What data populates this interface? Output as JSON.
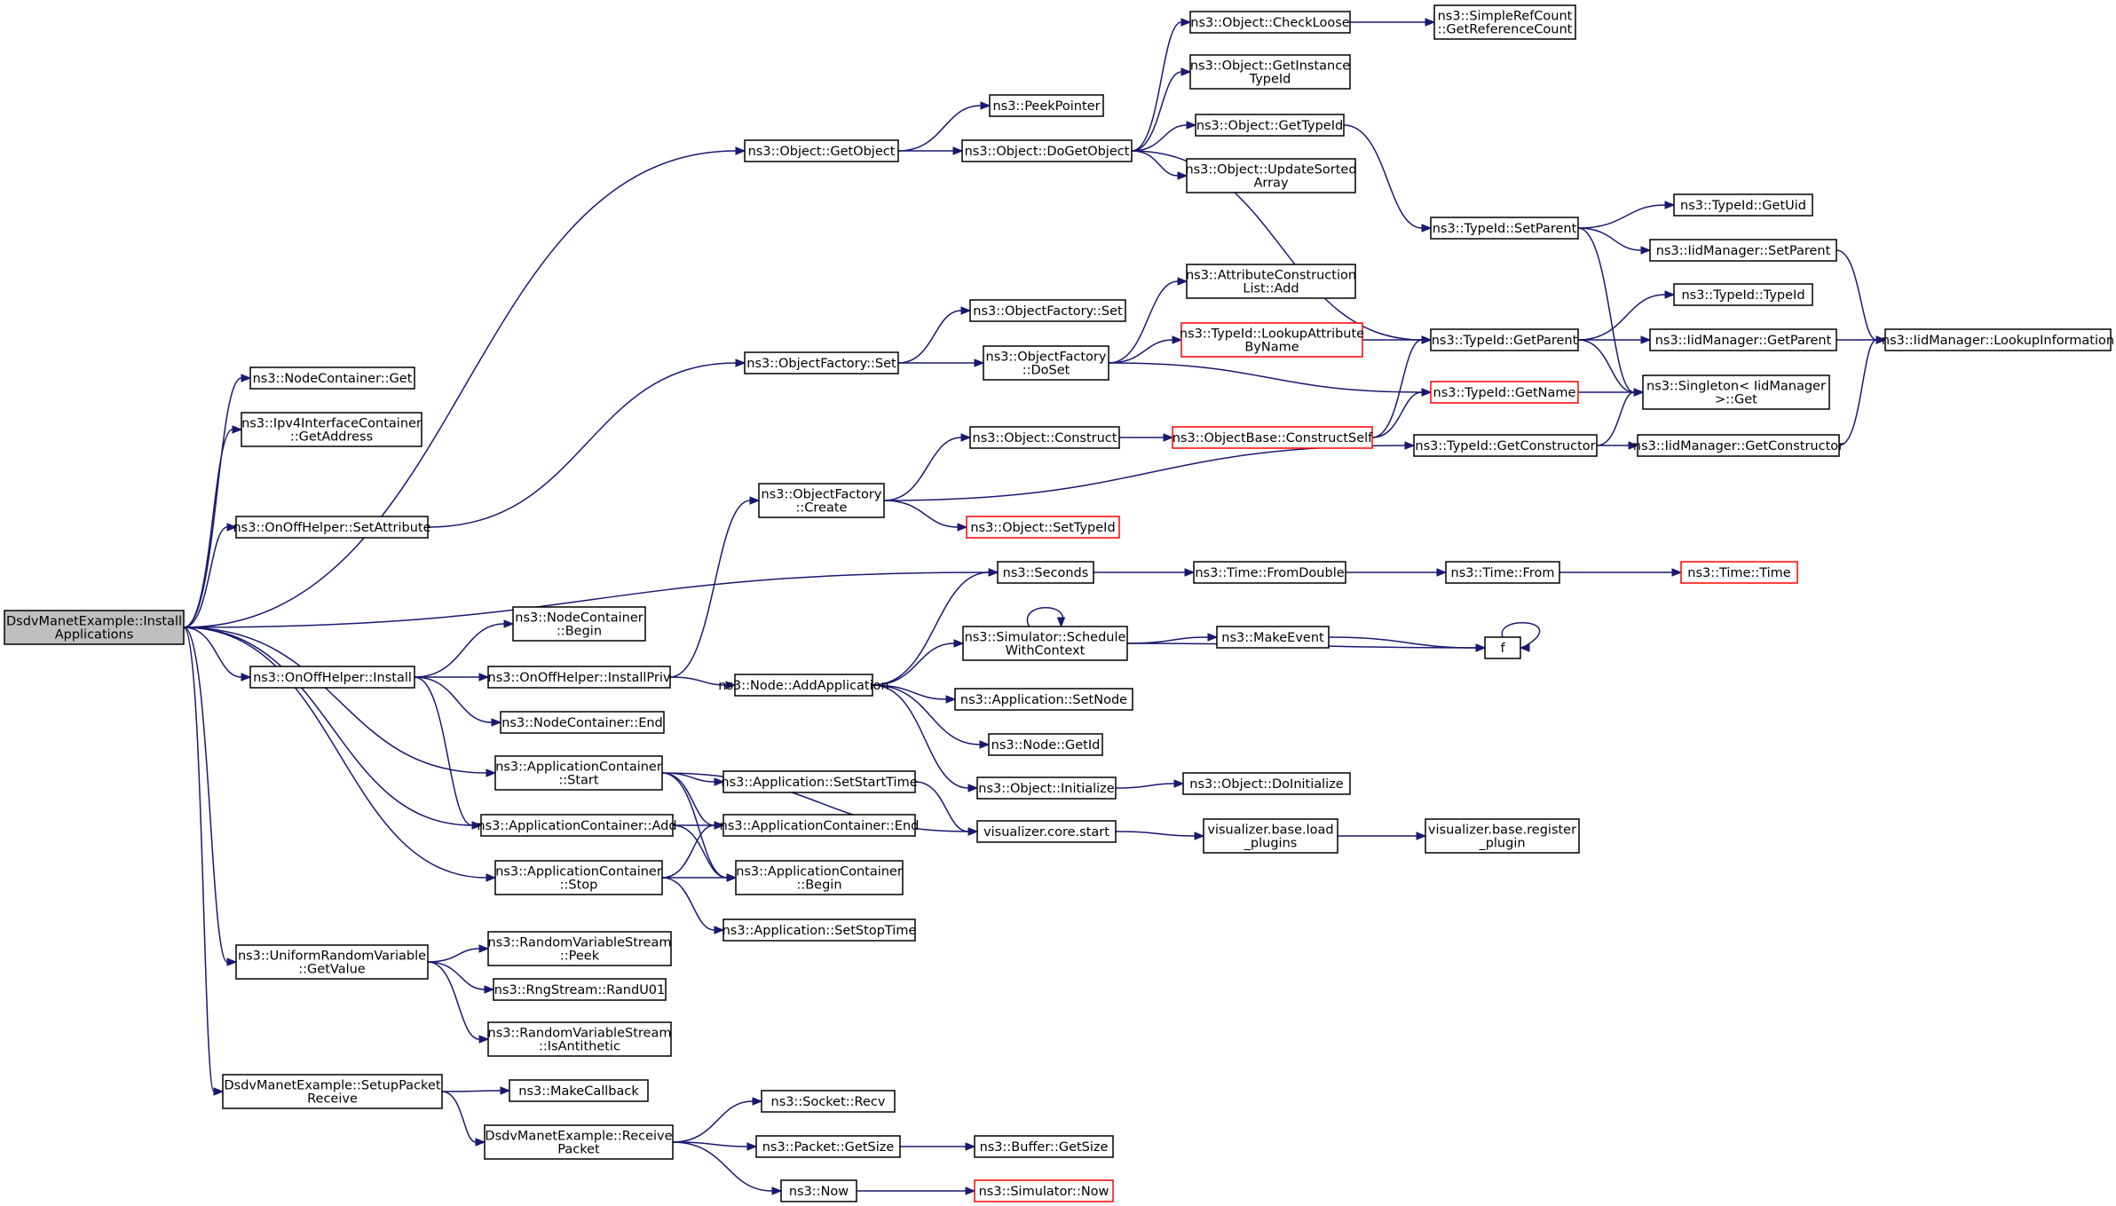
{
  "nodes": [
    {
      "id": "root",
      "lines": [
        "DsdvManetExample::Install",
        "Applications"
      ],
      "root": true
    },
    {
      "id": "nc_get",
      "lines": [
        "ns3::NodeContainer::Get"
      ]
    },
    {
      "id": "ipv4_getaddr",
      "lines": [
        "ns3::Ipv4InterfaceContainer",
        "::GetAddress"
      ]
    },
    {
      "id": "onoff_setattr",
      "lines": [
        "ns3::OnOffHelper::SetAttribute"
      ]
    },
    {
      "id": "onoff_install",
      "lines": [
        "ns3::OnOffHelper::Install"
      ]
    },
    {
      "id": "urv_getvalue",
      "lines": [
        "ns3::UniformRandomVariable",
        "::GetValue"
      ]
    },
    {
      "id": "setup_packet",
      "lines": [
        "DsdvManetExample::SetupPacket",
        "Receive"
      ]
    },
    {
      "id": "obj_getobject",
      "lines": [
        "ns3::Object::GetObject"
      ]
    },
    {
      "id": "peekpointer",
      "lines": [
        "ns3::PeekPointer"
      ]
    },
    {
      "id": "obj_dogetobject",
      "lines": [
        "ns3::Object::DoGetObject"
      ]
    },
    {
      "id": "obj_checkloose",
      "lines": [
        "ns3::Object::CheckLoose"
      ]
    },
    {
      "id": "simplerefcount",
      "lines": [
        "ns3::SimpleRefCount",
        "::GetReferenceCount"
      ]
    },
    {
      "id": "obj_getinstance",
      "lines": [
        "ns3::Object::GetInstance",
        "TypeId"
      ]
    },
    {
      "id": "obj_gettypeid",
      "lines": [
        "ns3::Object::GetTypeId"
      ]
    },
    {
      "id": "obj_updatesorted",
      "lines": [
        "ns3::Object::UpdateSorted",
        "Array"
      ]
    },
    {
      "id": "tid_setparent",
      "lines": [
        "ns3::TypeId::SetParent"
      ]
    },
    {
      "id": "tid_getuid",
      "lines": [
        "ns3::TypeId::GetUid"
      ]
    },
    {
      "id": "iid_setparent",
      "lines": [
        "ns3::IidManager::SetParent"
      ]
    },
    {
      "id": "of_set1",
      "lines": [
        "ns3::ObjectFactory::Set"
      ]
    },
    {
      "id": "of_set2",
      "lines": [
        "ns3::ObjectFactory::Set"
      ]
    },
    {
      "id": "of_doset",
      "lines": [
        "ns3::ObjectFactory",
        "::DoSet"
      ]
    },
    {
      "id": "attrcons_add",
      "lines": [
        "ns3::AttributeConstruction",
        "List::Add"
      ]
    },
    {
      "id": "tid_lookupattr",
      "lines": [
        "ns3::TypeId::LookupAttribute",
        "ByName"
      ],
      "red": true
    },
    {
      "id": "tid_typeid",
      "lines": [
        "ns3::TypeId::TypeId"
      ]
    },
    {
      "id": "tid_getparent",
      "lines": [
        "ns3::TypeId::GetParent"
      ]
    },
    {
      "id": "iid_getparent",
      "lines": [
        "ns3::IidManager::GetParent"
      ]
    },
    {
      "id": "iid_lookupinfo",
      "lines": [
        "ns3::IidManager::LookupInformation"
      ]
    },
    {
      "id": "tid_getname",
      "lines": [
        "ns3::TypeId::GetName"
      ],
      "red": true
    },
    {
      "id": "singleton_get",
      "lines": [
        "ns3::Singleton< IidManager",
        ">::Get"
      ]
    },
    {
      "id": "of_create",
      "lines": [
        "ns3::ObjectFactory",
        "::Create"
      ]
    },
    {
      "id": "obj_construct",
      "lines": [
        "ns3::Object::Construct"
      ]
    },
    {
      "id": "objbase_constructself",
      "lines": [
        "ns3::ObjectBase::ConstructSelf"
      ],
      "red": true
    },
    {
      "id": "tid_getconstructor",
      "lines": [
        "ns3::TypeId::GetConstructor"
      ]
    },
    {
      "id": "iid_getconstructor",
      "lines": [
        "ns3::IidManager::GetConstructor"
      ]
    },
    {
      "id": "obj_settypeid",
      "lines": [
        "ns3::Object::SetTypeId"
      ],
      "red": true
    },
    {
      "id": "seconds",
      "lines": [
        "ns3::Seconds"
      ]
    },
    {
      "id": "time_fromdouble",
      "lines": [
        "ns3::Time::FromDouble"
      ]
    },
    {
      "id": "time_from",
      "lines": [
        "ns3::Time::From"
      ]
    },
    {
      "id": "time_time",
      "lines": [
        "ns3::Time::Time"
      ],
      "red": true
    },
    {
      "id": "nc_begin",
      "lines": [
        "ns3::NodeContainer",
        "::Begin"
      ]
    },
    {
      "id": "onoff_installpriv",
      "lines": [
        "ns3::OnOffHelper::InstallPriv"
      ]
    },
    {
      "id": "nc_end",
      "lines": [
        "ns3::NodeContainer::End"
      ]
    },
    {
      "id": "node_addapp",
      "lines": [
        "ns3::Node::AddApplication"
      ]
    },
    {
      "id": "sim_schedule",
      "lines": [
        "ns3::Simulator::Schedule",
        "WithContext"
      ]
    },
    {
      "id": "makeevent",
      "lines": [
        "ns3::MakeEvent"
      ]
    },
    {
      "id": "f",
      "lines": [
        "f"
      ]
    },
    {
      "id": "app_setnode",
      "lines": [
        "ns3::Application::SetNode"
      ]
    },
    {
      "id": "node_getid",
      "lines": [
        "ns3::Node::GetId"
      ]
    },
    {
      "id": "obj_initialize",
      "lines": [
        "ns3::Object::Initialize"
      ]
    },
    {
      "id": "obj_doinitialize",
      "lines": [
        "ns3::Object::DoInitialize"
      ]
    },
    {
      "id": "ac_start",
      "lines": [
        "ns3::ApplicationContainer",
        "::Start"
      ]
    },
    {
      "id": "app_setstart",
      "lines": [
        "ns3::Application::SetStartTime"
      ]
    },
    {
      "id": "ac_add",
      "lines": [
        "ns3::ApplicationContainer::Add"
      ]
    },
    {
      "id": "ac_end",
      "lines": [
        "ns3::ApplicationContainer::End"
      ]
    },
    {
      "id": "viz_start",
      "lines": [
        "visualizer.core.start"
      ]
    },
    {
      "id": "viz_load",
      "lines": [
        "visualizer.base.load",
        "_plugins"
      ]
    },
    {
      "id": "viz_register",
      "lines": [
        "visualizer.base.register",
        "_plugin"
      ]
    },
    {
      "id": "ac_stop",
      "lines": [
        "ns3::ApplicationContainer",
        "::Stop"
      ]
    },
    {
      "id": "ac_begin",
      "lines": [
        "ns3::ApplicationContainer",
        "::Begin"
      ]
    },
    {
      "id": "app_setstop",
      "lines": [
        "ns3::Application::SetStopTime"
      ]
    },
    {
      "id": "rvs_peek",
      "lines": [
        "ns3::RandomVariableStream",
        "::Peek"
      ]
    },
    {
      "id": "rng_randu01",
      "lines": [
        "ns3::RngStream::RandU01"
      ]
    },
    {
      "id": "rvs_isanti",
      "lines": [
        "ns3::RandomVariableStream",
        "::IsAntithetic"
      ]
    },
    {
      "id": "makecallback",
      "lines": [
        "ns3::MakeCallback"
      ]
    },
    {
      "id": "receive_packet",
      "lines": [
        "DsdvManetExample::Receive",
        "Packet"
      ]
    },
    {
      "id": "socket_recv",
      "lines": [
        "ns3::Socket::Recv"
      ]
    },
    {
      "id": "packet_getsize",
      "lines": [
        "ns3::Packet::GetSize"
      ]
    },
    {
      "id": "buffer_getsize",
      "lines": [
        "ns3::Buffer::GetSize"
      ]
    },
    {
      "id": "now",
      "lines": [
        "ns3::Now"
      ]
    },
    {
      "id": "sim_now",
      "lines": [
        "ns3::Simulator::Now"
      ],
      "red": true
    }
  ],
  "edges": [
    [
      "root",
      "nc_get"
    ],
    [
      "root",
      "ipv4_getaddr"
    ],
    [
      "root",
      "obj_getobject"
    ],
    [
      "root",
      "onoff_setattr"
    ],
    [
      "root",
      "seconds"
    ],
    [
      "root",
      "onoff_install"
    ],
    [
      "root",
      "ac_start"
    ],
    [
      "root",
      "ac_add"
    ],
    [
      "root",
      "ac_stop"
    ],
    [
      "root",
      "urv_getvalue"
    ],
    [
      "root",
      "setup_packet"
    ],
    [
      "obj_getobject",
      "peekpointer"
    ],
    [
      "obj_getobject",
      "obj_dogetobject"
    ],
    [
      "obj_dogetobject",
      "obj_checkloose"
    ],
    [
      "obj_dogetobject",
      "obj_getinstance"
    ],
    [
      "obj_dogetobject",
      "obj_gettypeid"
    ],
    [
      "obj_dogetobject",
      "obj_updatesorted"
    ],
    [
      "obj_dogetobject",
      "tid_getparent"
    ],
    [
      "obj_checkloose",
      "simplerefcount"
    ],
    [
      "obj_gettypeid",
      "tid_setparent"
    ],
    [
      "tid_setparent",
      "tid_getuid"
    ],
    [
      "tid_setparent",
      "iid_setparent"
    ],
    [
      "tid_setparent",
      "singleton_get"
    ],
    [
      "iid_setparent",
      "iid_lookupinfo"
    ],
    [
      "onoff_setattr",
      "of_set2"
    ],
    [
      "of_set2",
      "of_set1"
    ],
    [
      "of_set2",
      "of_doset"
    ],
    [
      "of_doset",
      "attrcons_add"
    ],
    [
      "of_doset",
      "tid_lookupattr"
    ],
    [
      "of_doset",
      "tid_getname"
    ],
    [
      "tid_lookupattr",
      "tid_getparent"
    ],
    [
      "tid_getparent",
      "tid_typeid"
    ],
    [
      "tid_getparent",
      "iid_getparent"
    ],
    [
      "tid_getparent",
      "singleton_get"
    ],
    [
      "iid_getparent",
      "iid_lookupinfo"
    ],
    [
      "tid_getname",
      "singleton_get"
    ],
    [
      "of_create",
      "obj_construct"
    ],
    [
      "of_create",
      "tid_getconstructor"
    ],
    [
      "of_create",
      "obj_settypeid"
    ],
    [
      "obj_construct",
      "objbase_constructself"
    ],
    [
      "objbase_constructself",
      "tid_getparent"
    ],
    [
      "objbase_constructself",
      "tid_getname"
    ],
    [
      "tid_getconstructor",
      "singleton_get"
    ],
    [
      "tid_getconstructor",
      "iid_getconstructor"
    ],
    [
      "iid_getconstructor",
      "iid_lookupinfo"
    ],
    [
      "seconds",
      "time_fromdouble"
    ],
    [
      "time_fromdouble",
      "time_from"
    ],
    [
      "time_from",
      "time_time"
    ],
    [
      "onoff_install",
      "nc_begin"
    ],
    [
      "onoff_install",
      "onoff_installpriv"
    ],
    [
      "onoff_install",
      "nc_end"
    ],
    [
      "onoff_install",
      "ac_add"
    ],
    [
      "onoff_installpriv",
      "of_create"
    ],
    [
      "onoff_installpriv",
      "node_addapp"
    ],
    [
      "node_addapp",
      "seconds"
    ],
    [
      "node_addapp",
      "sim_schedule"
    ],
    [
      "node_addapp",
      "app_setnode"
    ],
    [
      "node_addapp",
      "node_getid"
    ],
    [
      "node_addapp",
      "obj_initialize"
    ],
    [
      "sim_schedule",
      "sim_schedule"
    ],
    [
      "sim_schedule",
      "makeevent"
    ],
    [
      "sim_schedule",
      "f"
    ],
    [
      "makeevent",
      "f"
    ],
    [
      "f",
      "f"
    ],
    [
      "obj_initialize",
      "obj_doinitialize"
    ],
    [
      "ac_start",
      "app_setstart"
    ],
    [
      "ac_start",
      "ac_end"
    ],
    [
      "ac_start",
      "ac_begin"
    ],
    [
      "ac_start",
      "viz_start"
    ],
    [
      "app_setstart",
      "viz_start"
    ],
    [
      "ac_add",
      "ac_end"
    ],
    [
      "ac_add",
      "ac_begin"
    ],
    [
      "ac_stop",
      "ac_end"
    ],
    [
      "ac_stop",
      "ac_begin"
    ],
    [
      "ac_stop",
      "app_setstop"
    ],
    [
      "viz_start",
      "viz_load"
    ],
    [
      "viz_load",
      "viz_register"
    ],
    [
      "urv_getvalue",
      "rvs_peek"
    ],
    [
      "urv_getvalue",
      "rng_randu01"
    ],
    [
      "urv_getvalue",
      "rvs_isanti"
    ],
    [
      "setup_packet",
      "makecallback"
    ],
    [
      "setup_packet",
      "receive_packet"
    ],
    [
      "receive_packet",
      "socket_recv"
    ],
    [
      "receive_packet",
      "packet_getsize"
    ],
    [
      "receive_packet",
      "now"
    ],
    [
      "packet_getsize",
      "buffer_getsize"
    ],
    [
      "now",
      "sim_now"
    ]
  ]
}
